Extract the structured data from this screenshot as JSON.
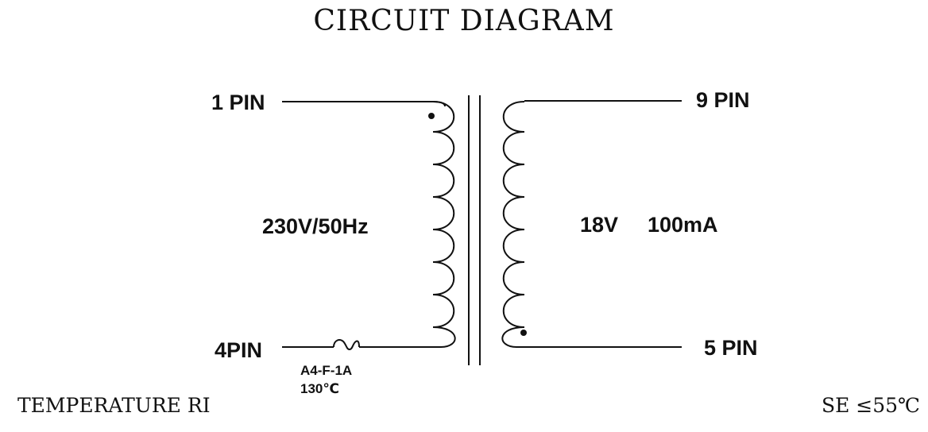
{
  "title": "CIRCUIT DIAGRAM",
  "primary": {
    "pin_top": "1 PIN",
    "pin_bottom": "4PIN",
    "rating": "230V/50Hz",
    "fuse_code": "A4-F-1A",
    "fuse_temp": "130℃"
  },
  "secondary": {
    "pin_top": "9 PIN",
    "pin_bottom": "5 PIN",
    "voltage": "18V",
    "current": "100mA"
  },
  "footer": {
    "left": "TEMPERATURE RI",
    "right": "SE ≤55℃"
  }
}
